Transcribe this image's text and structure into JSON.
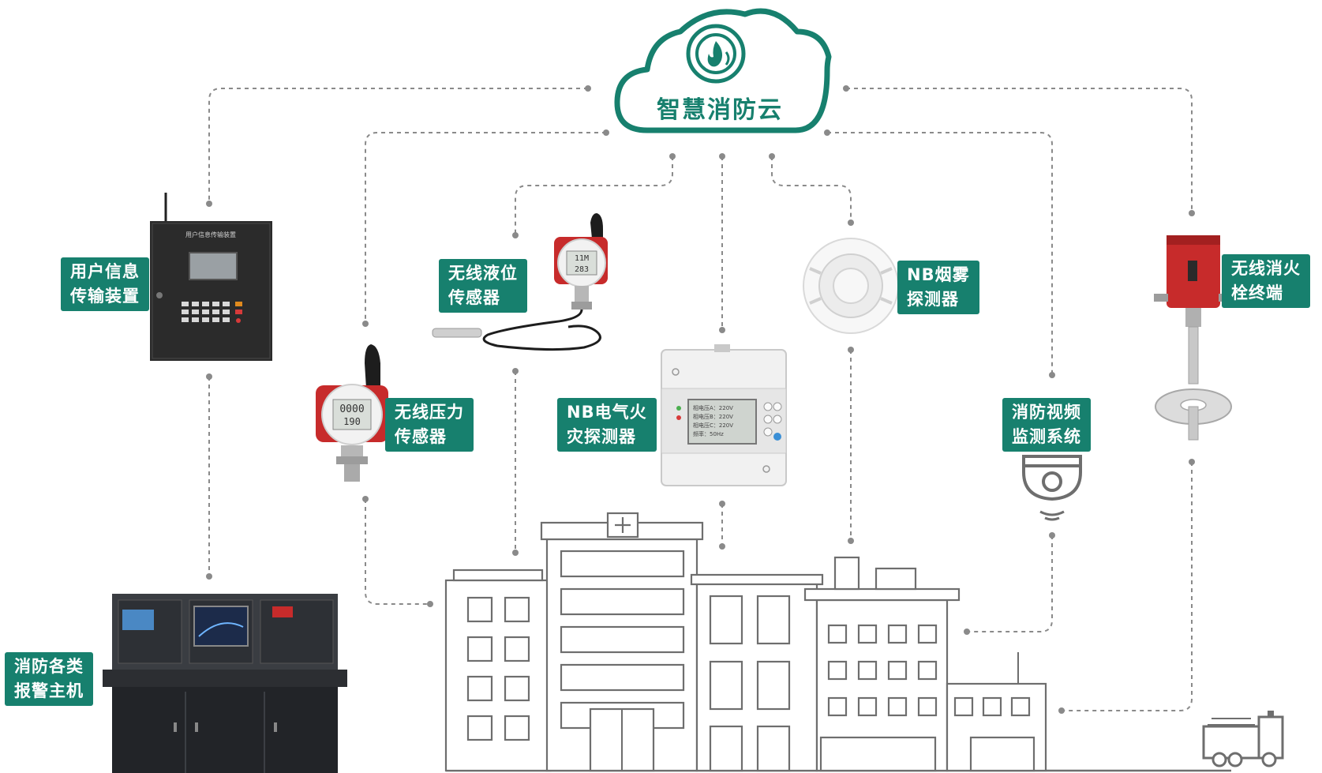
{
  "cloud": {
    "title": "智慧消防云"
  },
  "labels": {
    "user_info": "用户信息\n传输装置",
    "wireless_level": "无线液位\n传感器",
    "wireless_pressure": "无线压力\n传感器",
    "nb_electric": "NB电气火\n灾探测器",
    "nb_smoke": "NB烟雾\n探测器",
    "hydrant": "无线消火\n栓终端",
    "video": "消防视频\n监测系统",
    "alarm_host": "消防各类\n报警主机"
  },
  "device_text": {
    "panel_title": "用户信息传输装置",
    "gauge_level_top": "11M",
    "gauge_level_bottom": "283",
    "gauge_pressure_top": "0000",
    "gauge_pressure_bottom": "190",
    "meter_lines": [
      "相电压A：220V",
      "相电压B：220V",
      "相电压C：220V",
      "频率：50Hz"
    ]
  },
  "colors": {
    "brand_green": "#17806e",
    "line_gray": "#8a8a8a",
    "device_red": "#c72b2b"
  }
}
